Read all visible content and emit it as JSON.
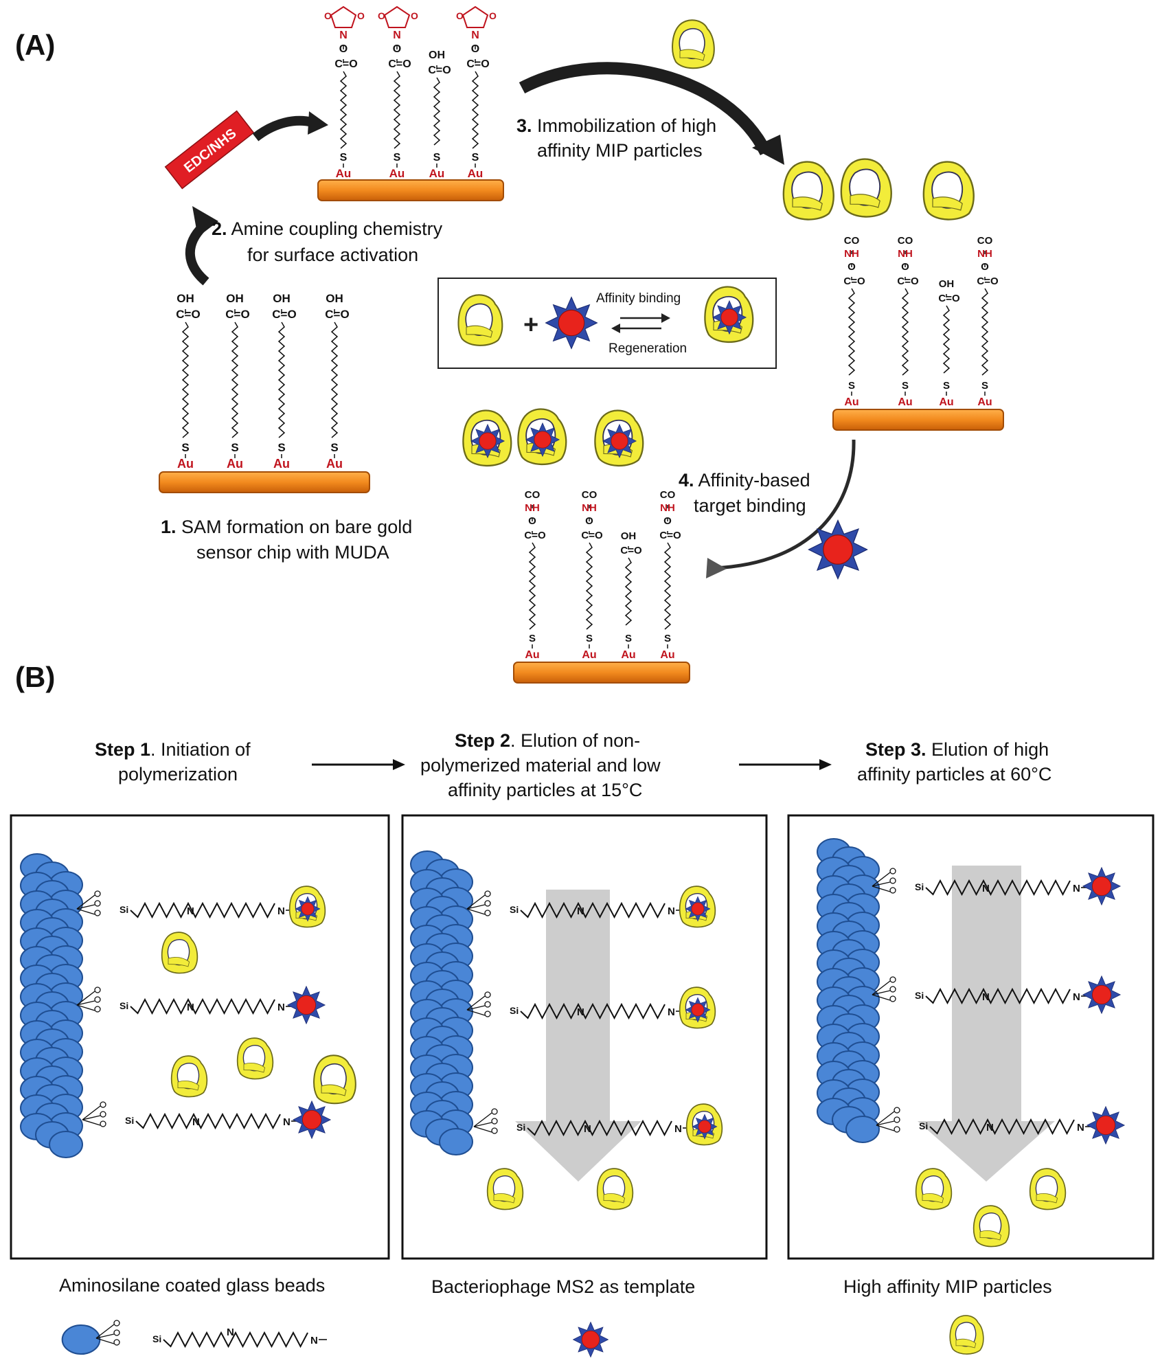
{
  "panel_a": {
    "label": "(A)",
    "reagent_tag": "EDC/NHS",
    "step1": {
      "num": "1.",
      "line1": "SAM formation on bare gold",
      "line2": "sensor chip with MUDA"
    },
    "step2": {
      "num": "2.",
      "line1": "Amine coupling chemistry",
      "line2": "for surface activation"
    },
    "step3": {
      "num": "3.",
      "line1": "Immobilization of high",
      "line2": "affinity MIP particles"
    },
    "step4": {
      "num": "4.",
      "line1": "Affinity-based",
      "line2": "target binding"
    },
    "legend": {
      "top": "Affinity binding",
      "bottom": "Regeneration"
    },
    "chem": {
      "oh": "OH",
      "co_double": "C=O",
      "s": "S",
      "au": "Au",
      "co": "CO",
      "nh": "NH",
      "o": "O",
      "n": "N"
    }
  },
  "panel_b": {
    "label": "(B)",
    "step1": {
      "bold": "Step 1",
      "line1": ". Initiation of",
      "line2": "polymerization"
    },
    "step2": {
      "bold": "Step 2",
      "line1": ". Elution of non-",
      "line2": "polymerized material and low",
      "line3": "affinity particles at 15°C"
    },
    "step3": {
      "bold": "Step 3.",
      "line1": " Elution of high",
      "line2": "affinity particles at 60°C"
    },
    "caption1": "Aminosilane coated glass beads",
    "caption2": "Bacteriophage MS2 as template",
    "caption3": "High affinity MIP particles",
    "chem": {
      "si": "Si",
      "n": "N"
    }
  },
  "colors": {
    "gold_chip": "#f28a1e",
    "chip_edge": "#c85f08",
    "au_red": "#c0141e",
    "mip_yellow": "#f2ec3a",
    "virus_red": "#e8231c",
    "virus_spikes": "#2f4aa8",
    "bead_blue": "#4a86d6",
    "arrow_grey": "#c8c8c8",
    "tag_red": "#e01e24"
  }
}
